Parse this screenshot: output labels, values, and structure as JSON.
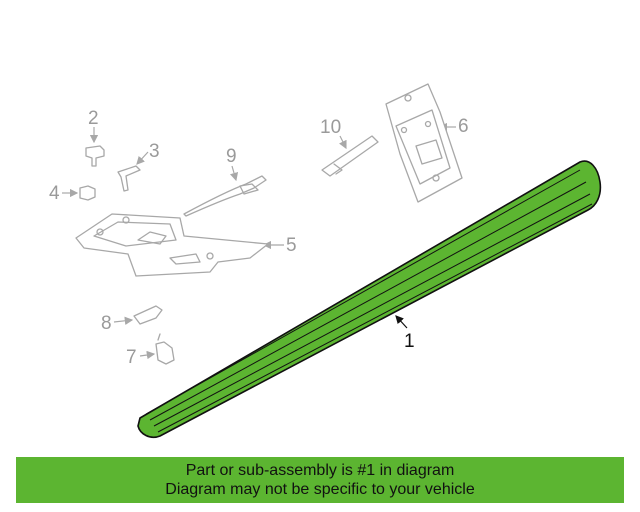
{
  "diagram": {
    "highlight_color": "#5cb531",
    "callouts": {
      "part_1": "1",
      "part_2": "2",
      "part_3": "3",
      "part_4": "4",
      "part_5": "5",
      "part_6": "6",
      "part_7": "7",
      "part_8": "8",
      "part_9": "9",
      "part_10": "10"
    }
  },
  "banner": {
    "background": "#5cb531",
    "line1": "Part or sub-assembly is #1 in diagram",
    "line2": "Diagram may not be specific to your vehicle"
  }
}
